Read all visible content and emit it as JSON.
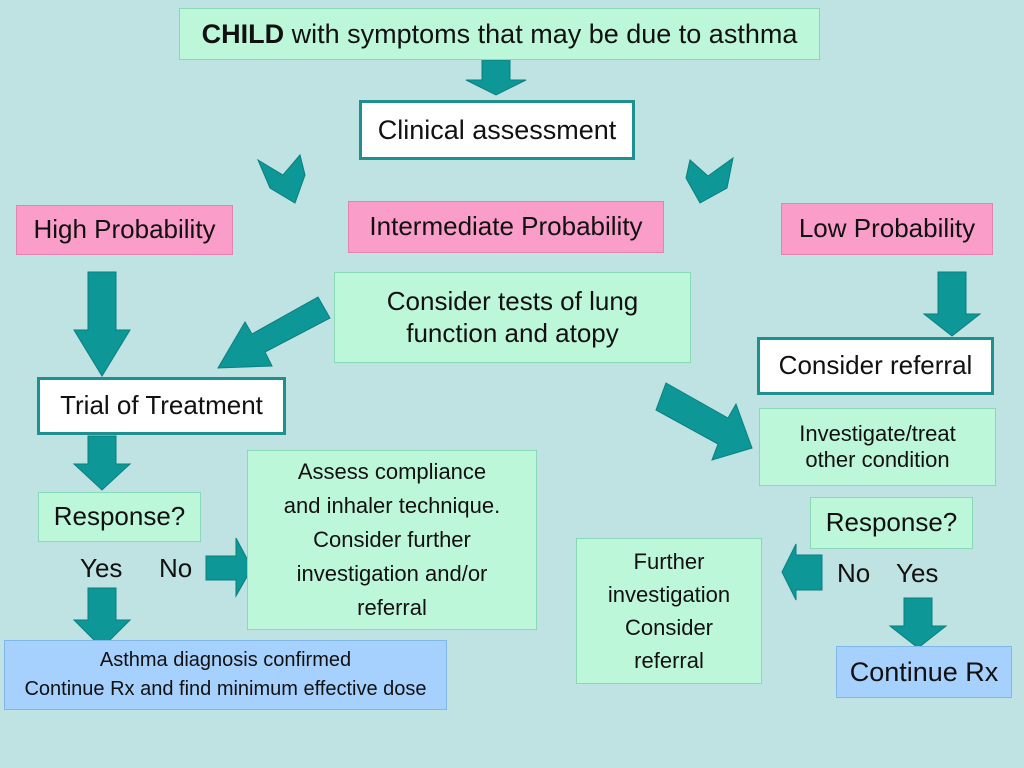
{
  "start": {
    "bold": "CHILD",
    "rest": " with symptoms that may be due to asthma"
  },
  "clinical_assessment": "Clinical assessment",
  "high_probability": "High Probability",
  "intermediate_probability": "Intermediate Probability",
  "low_probability": "Low Probability",
  "consider_tests": [
    "Consider tests of lung",
    "function and atopy"
  ],
  "trial_of_treatment": "Trial of Treatment",
  "consider_referral": "Consider referral",
  "investigate_treat": [
    "Investigate/treat",
    "other condition"
  ],
  "response_left": "Response?",
  "response_right": "Response?",
  "left_yes": "Yes",
  "left_no": "No",
  "right_no": "No",
  "right_yes": "Yes",
  "assess_compliance": [
    "Assess compliance",
    "and inhaler technique.",
    "Consider further",
    "investigation and/or",
    "referral"
  ],
  "further_investigation": [
    "Further",
    "investigation",
    "Consider",
    "referral"
  ],
  "asthma_confirmed": [
    "Asthma diagnosis confirmed",
    "Continue Rx and find minimum effective dose"
  ],
  "continue_rx": "Continue Rx",
  "colors": {
    "background": "#bfe2e3",
    "arrow": "#0e9797",
    "mint": "#bdf7d9",
    "pink": "#fb9dc9",
    "blue": "#a6d0fd",
    "border_teal": "#1f9090"
  }
}
